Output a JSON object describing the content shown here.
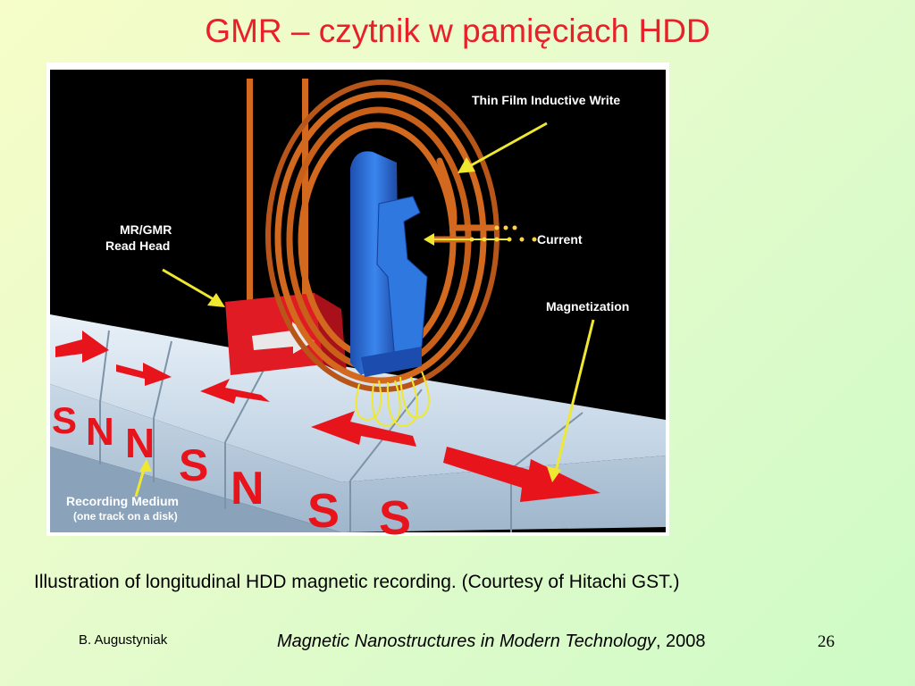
{
  "slide": {
    "title": "GMR – czytnik w pamięciach HDD",
    "caption": "Illustration of longitudinal HDD magnetic recording. (Courtesy of Hitachi GST.)",
    "author": "B. Augustyniak",
    "citation_book": "Magnetic Nanostructures in Modern Technology",
    "citation_rest": ", 2008",
    "slide_number": "26"
  },
  "figure": {
    "labels": {
      "write_head": "Thin Film Inductive Write",
      "read_head_line1": "MR/GMR",
      "read_head_line2": "Read Head",
      "current": "Current",
      "magnetization": "Magnetization",
      "medium_line1": "Recording Medium",
      "medium_line2": "(one track on a disk)"
    },
    "poles": [
      "S",
      "N",
      "N",
      "S",
      "N",
      "S",
      "S"
    ],
    "colors": {
      "background": "#000000",
      "coil": "#d2691e",
      "head": "#2a6fd6",
      "reader": "#e01b24",
      "arrow": "#e8141c",
      "pointer": "#f0e830",
      "medium": "#cfe0ee"
    }
  }
}
